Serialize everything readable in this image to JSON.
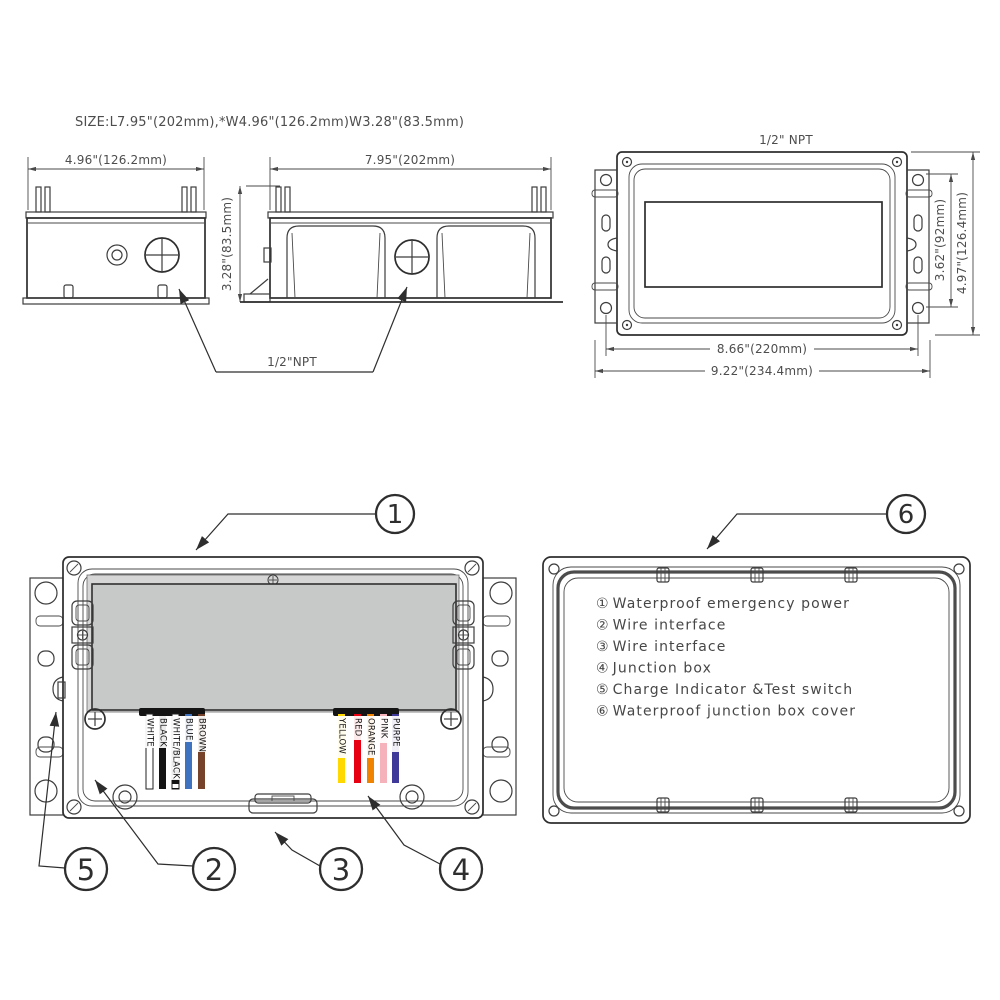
{
  "title": "SIZE:L7.95\"(202mm),*W4.96\"(126.2mm)W3.28\"(83.5mm)",
  "front_view": {
    "width_dim": "4.96\"(126.2mm)",
    "height_dim": "3.28\"(83.5mm)"
  },
  "side_view": {
    "length_dim": "7.95\"(202mm)",
    "npt_label": "1/2\"NPT"
  },
  "top_view": {
    "npt_label": "1/2\" NPT",
    "hole_span_dim": "3.62\"(92mm)",
    "height_dim": "4.97\"(126.4mm)",
    "hole_spacing_dim": "8.66\"(220mm)",
    "width_dim": "9.22\"(234.4mm)"
  },
  "callouts": {
    "n1": "1",
    "n2": "2",
    "n3": "3",
    "n4": "4",
    "n5": "5",
    "n6": "6"
  },
  "wires": {
    "left": [
      {
        "label": "WHITE",
        "color": "#ffffff"
      },
      {
        "label": "BLACK",
        "color": "#141414"
      },
      {
        "label": "WHITE/BLACK",
        "color": "#ffffff"
      },
      {
        "label": "BLUE",
        "color": "#3f73c0"
      },
      {
        "label": "BROWN",
        "color": "#76432a"
      }
    ],
    "right": [
      {
        "label": "YELLOW",
        "color": "#ffd800"
      },
      {
        "label": "RED",
        "color": "#e60012"
      },
      {
        "label": "ORANGE",
        "color": "#f08300"
      },
      {
        "label": "PINK",
        "color": "#f5b2bb"
      },
      {
        "label": "PURPE",
        "color": "#3f3a99"
      }
    ]
  },
  "legend": {
    "items": [
      {
        "num": "①",
        "label": "Waterproof emergency power"
      },
      {
        "num": "②",
        "label": "Wire interface"
      },
      {
        "num": "③",
        "label": "Wire interface"
      },
      {
        "num": "④",
        "label": "Junction box"
      },
      {
        "num": "⑤",
        "label": "Charge Indicator &Test switch"
      },
      {
        "num": "⑥",
        "label": "Waterproof junction box cover"
      }
    ]
  },
  "colors": {
    "panel_gray": "#c7c9c8",
    "inner_gray": "#d6d6d6",
    "line": "#3d3d3d"
  }
}
